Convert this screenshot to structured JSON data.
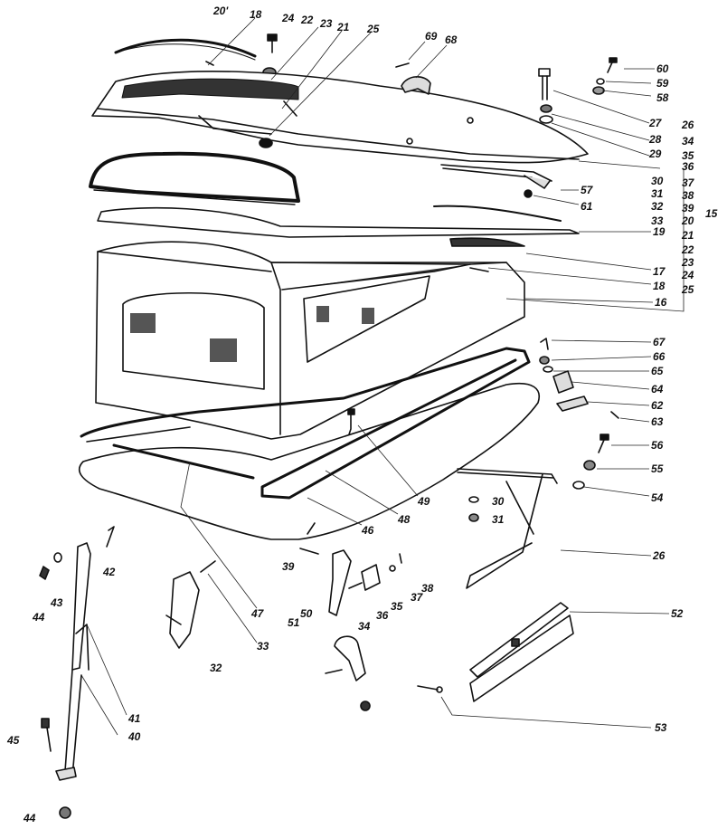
{
  "part_labels": {
    "l20p": "20'",
    "l18a": "18",
    "l24a": "24",
    "l22a": "22",
    "l23a": "23",
    "l21a": "21",
    "l25a": "25",
    "l69": "69",
    "l68": "68",
    "l60": "60",
    "l59": "59",
    "l58": "58",
    "l27": "27",
    "l26a": "26",
    "l28": "28",
    "l34a": "34",
    "l29": "29",
    "l35a": "35",
    "l36a": "36",
    "l30a": "30",
    "l37a": "37",
    "l31a": "31",
    "l38a": "38",
    "l32a": "32",
    "l39a": "39",
    "l33a": "33",
    "l20b": "20",
    "l21b": "21",
    "l22b": "22",
    "l23b": "23",
    "l24b": "24",
    "l25b": "25",
    "l15": "15",
    "l57": "57",
    "l61": "61",
    "l19": "19",
    "l17": "17",
    "l18b": "18",
    "l16": "16",
    "l67": "67",
    "l66": "66",
    "l65": "65",
    "l64": "64",
    "l62": "62",
    "l63": "63",
    "l56": "56",
    "l55": "55",
    "l54": "54",
    "l49": "49",
    "l48": "48",
    "l46": "46",
    "l47": "47",
    "l30b": "30",
    "l31b": "31",
    "l26b": "26",
    "l42": "42",
    "l43": "43",
    "l44a": "44",
    "l33b": "33",
    "l32b": "32",
    "l39b": "39",
    "l38b": "38",
    "l37b": "37",
    "l35b": "35",
    "l36b": "36",
    "l34b": "34",
    "l51": "51",
    "l50": "50",
    "l52": "52",
    "l53": "53",
    "l41": "41",
    "l40": "40",
    "l45": "45",
    "l44b": "44"
  }
}
